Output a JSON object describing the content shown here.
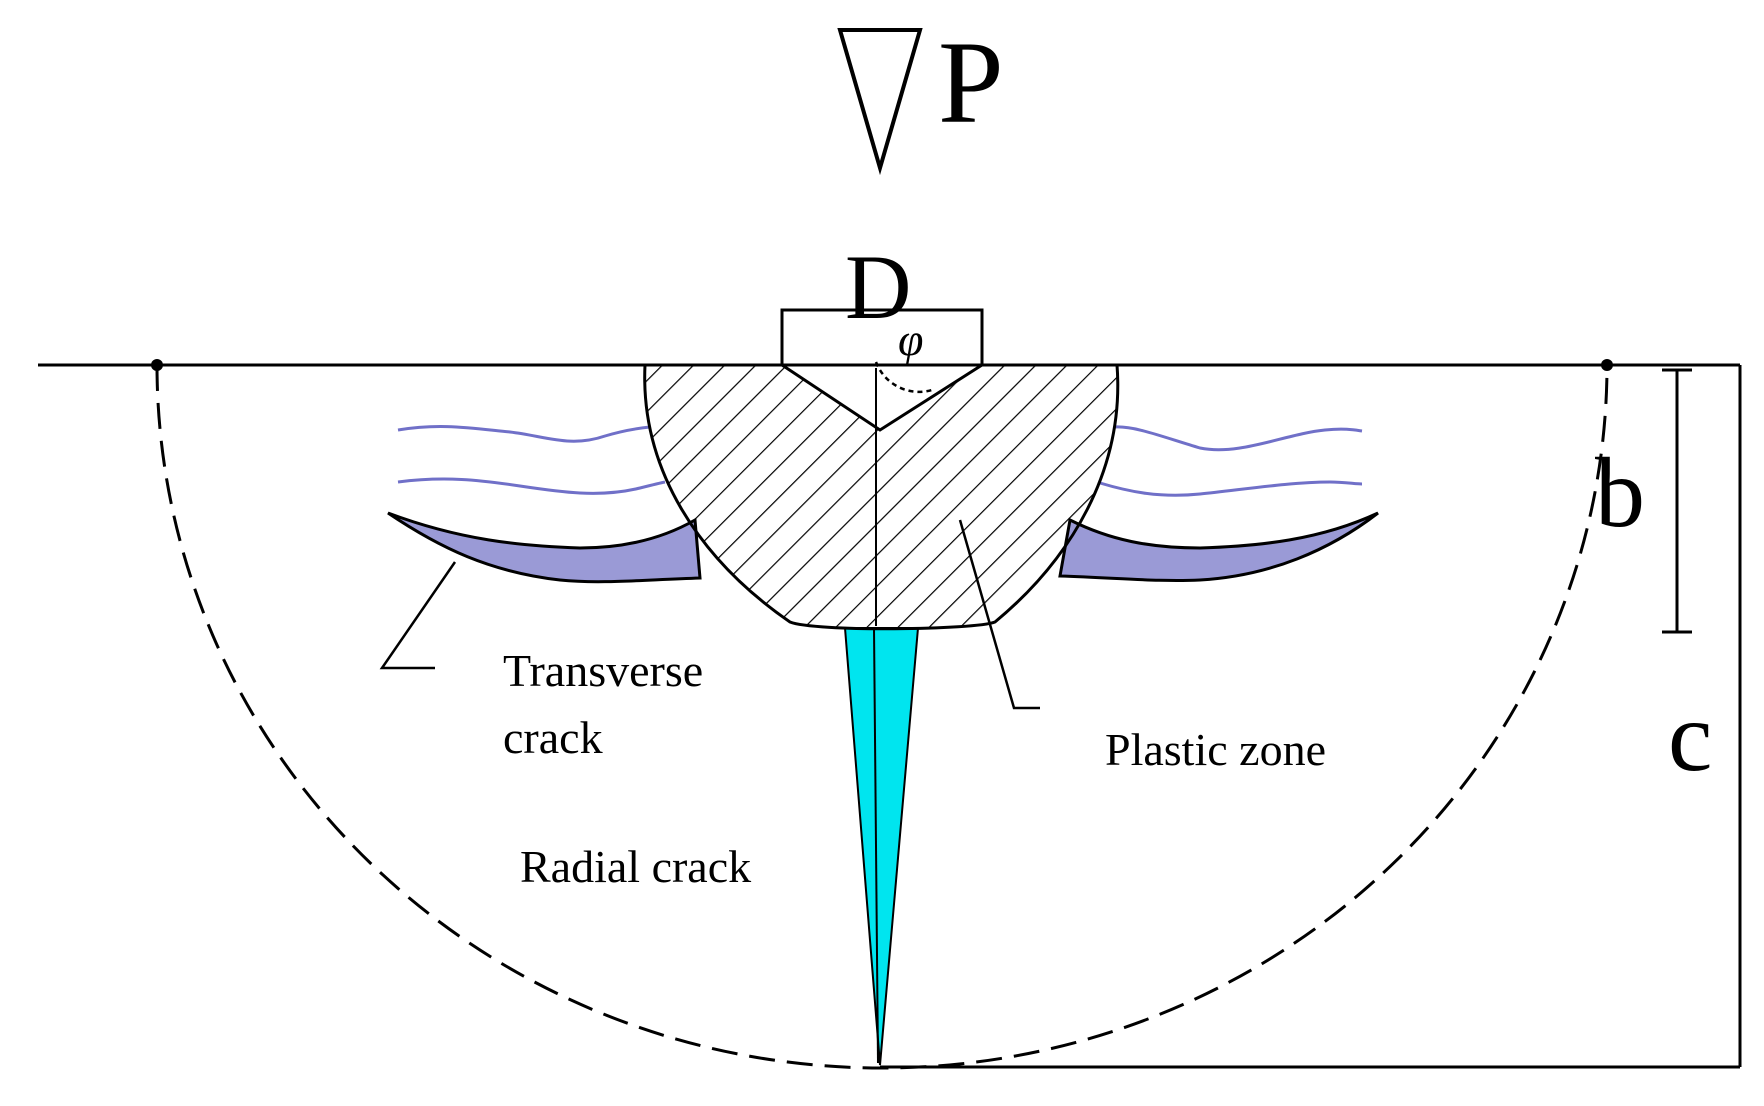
{
  "symbols": {
    "load": "P",
    "indent_width": "D",
    "half_angle": "φ",
    "plastic_depth": "b",
    "crack_depth": "c"
  },
  "labels": {
    "transverse_crack_line1": "Transverse",
    "transverse_crack_line2": "crack",
    "plastic_zone": "Plastic zone",
    "radial_crack": "Radial crack"
  },
  "colors": {
    "ink": "#000000",
    "radial_crack_fill": "#00e5ef",
    "transverse_crack_fill": "#9a9ad6",
    "lateral_line": "#7070c8",
    "background": "#ffffff"
  }
}
